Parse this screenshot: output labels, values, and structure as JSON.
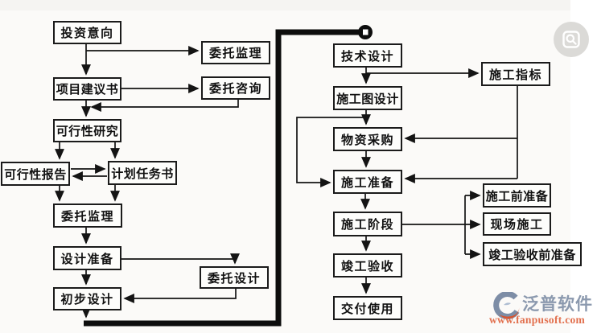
{
  "nodes": {
    "investment_intent": {
      "label": "投资意向"
    },
    "entrust_supervision_a": {
      "label": "委托监理"
    },
    "project_proposal": {
      "label": "项目建议书"
    },
    "entrust_consulting": {
      "label": "委托咨询"
    },
    "feasibility_study": {
      "label": "可行性研究"
    },
    "feasibility_report": {
      "label": "可行性报告"
    },
    "plan_task_book": {
      "label": "计划任务书"
    },
    "entrust_supervision_b": {
      "label": "委托监理"
    },
    "design_preparation": {
      "label": "设计准备"
    },
    "entrust_design": {
      "label": "委托设计"
    },
    "preliminary_design": {
      "label": "初步设计"
    },
    "technical_design": {
      "label": "技术设计"
    },
    "construction_index": {
      "label": "施工指标"
    },
    "construction_drawing_design": {
      "label": "施工图设计"
    },
    "material_procurement": {
      "label": "物资采购"
    },
    "construction_preparation": {
      "label": "施工准备"
    },
    "construction_stage": {
      "label": "施工阶段"
    },
    "pre_construction_preparation": {
      "label": "施工前准备"
    },
    "site_construction": {
      "label": "现场施工"
    },
    "pre_acceptance_preparation": {
      "label": "竣工验收前准备"
    },
    "completion_acceptance": {
      "label": "竣工验收"
    },
    "delivery_for_use": {
      "label": "交付使用"
    }
  },
  "edges": [
    {
      "from": "投资意向",
      "to": "项目建议书"
    },
    {
      "from": "投资意向",
      "to": "委托监理"
    },
    {
      "from": "项目建议书",
      "to": "委托咨询"
    },
    {
      "from": "委托咨询",
      "to": "可行性研究"
    },
    {
      "from": "项目建议书",
      "to": "可行性研究"
    },
    {
      "from": "可行性研究",
      "to": "可行性报告"
    },
    {
      "from": "可行性研究",
      "to": "计划任务书"
    },
    {
      "from": "可行性报告",
      "to": "计划任务书",
      "type": "bidirectional"
    },
    {
      "from": "可行性报告",
      "to": "委托监理"
    },
    {
      "from": "计划任务书",
      "to": "委托监理"
    },
    {
      "from": "委托监理",
      "to": "设计准备"
    },
    {
      "from": "设计准备",
      "to": "委托设计"
    },
    {
      "from": "委托设计",
      "to": "初步设计"
    },
    {
      "from": "设计准备",
      "to": "初步设计"
    },
    {
      "from": "初步设计",
      "to": "技术设计",
      "type": "thick"
    },
    {
      "from": "技术设计",
      "to": "施工图设计"
    },
    {
      "from": "技术设计",
      "to": "施工指标"
    },
    {
      "from": "施工图设计",
      "to": "物资采购"
    },
    {
      "from": "施工图设计",
      "to": "施工准备"
    },
    {
      "from": "施工指标",
      "to": "物资采购"
    },
    {
      "from": "施工指标",
      "to": "施工准备"
    },
    {
      "from": "物资采购",
      "to": "施工准备"
    },
    {
      "from": "施工准备",
      "to": "施工阶段"
    },
    {
      "from": "施工阶段",
      "to": "施工前准备"
    },
    {
      "from": "施工阶段",
      "to": "现场施工"
    },
    {
      "from": "施工阶段",
      "to": "竣工验收前准备"
    },
    {
      "from": "施工阶段",
      "to": "竣工验收"
    },
    {
      "from": "竣工验收",
      "to": "交付使用"
    }
  ],
  "viewer": {
    "zoom_button_icon": "magnifier-preview-icon"
  },
  "cursor": {
    "icon": "pen-cursor-dot"
  },
  "watermark": {
    "brand": "泛普软件",
    "url": "www.fanpusoft.com",
    "icon": "fanpu-swirl-logo"
  },
  "colors": {
    "line": "#141414",
    "watermark_blue": "#8b99ae",
    "watermark_red": "#e2704e",
    "logo_red": "#d9542e",
    "viewer_button_bg": "#dbdad7"
  }
}
